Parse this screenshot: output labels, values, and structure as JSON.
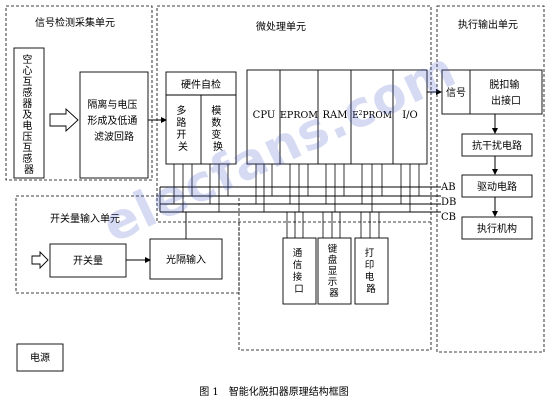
{
  "figure": {
    "caption": "图 1　智能化脱扣器原理结构框图"
  },
  "regions": {
    "signal": "信号检测采集单元",
    "micro": "微处理单元",
    "output": "执行输出单元",
    "switch": "开关量输入单元"
  },
  "blocks": {
    "sensor": [
      "空",
      "心",
      "互",
      "感",
      "器",
      "及",
      "电",
      "压",
      "互",
      "感",
      "器"
    ],
    "isolation": [
      "隔离与电压",
      "形成及低通",
      "滤波回路"
    ],
    "hw_selfcheck": "硬件自检",
    "mux": [
      "多",
      "路",
      "开",
      "关"
    ],
    "adc": [
      "模",
      "数",
      "变",
      "换"
    ],
    "cpu": "CPU",
    "eprom": "EPROM",
    "ram": "RAM",
    "e2prom_pre": "E",
    "e2prom_sup": "2",
    "e2prom_post": "PROM",
    "io": "I/O",
    "signal_block": "信号",
    "trip_interface": [
      "脱扣输",
      "出接口"
    ],
    "anti_interference": "抗干扰电路",
    "drive": "驱动电路",
    "actuator": "执行机构",
    "switch_qty": "开关量",
    "optocoupler": "光隔输入",
    "comm": [
      "通",
      "信",
      "接",
      "口"
    ],
    "keyboard": [
      "键",
      "盘",
      "显",
      "示",
      "器"
    ],
    "printer": [
      "打",
      "印",
      "电",
      "路"
    ],
    "power": "电源"
  },
  "bus": {
    "ab": "AB",
    "db": "DB",
    "cb": "CB"
  },
  "watermark": "elecfans.com",
  "colors": {
    "line": "#000000",
    "watermark": "#4a5ac8"
  }
}
